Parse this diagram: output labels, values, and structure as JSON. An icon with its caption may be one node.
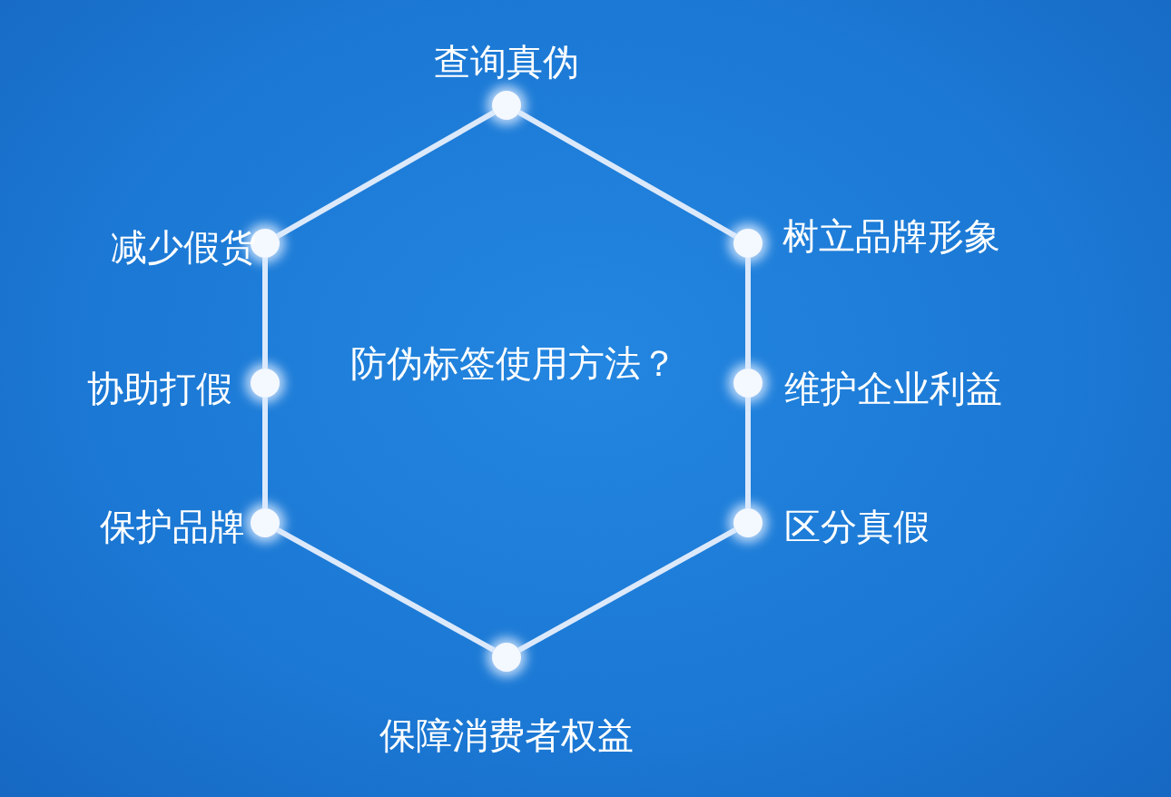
{
  "diagram": {
    "nodes": [
      {
        "text": [],
        "shape": "circle",
        "beside": [
          "查询真伪"
        ]
      },
      {
        "text": [],
        "shape": "circle",
        "beside": [
          "减少假货"
        ]
      },
      {
        "text": [],
        "shape": "circle",
        "beside": [
          "树立品牌形象"
        ]
      },
      {
        "text": [],
        "shape": "circle",
        "beside": [
          "协助打假"
        ]
      },
      {
        "text": [],
        "shape": "circle",
        "beside": [
          "维护企业利益"
        ]
      },
      {
        "text": [],
        "shape": "circle",
        "beside": [
          "保护品牌"
        ]
      },
      {
        "text": [],
        "shape": "circle",
        "beside": [
          "区分真假"
        ]
      },
      {
        "text": [],
        "shape": "circle",
        "beside": [
          "保障消费者权益"
        ]
      }
    ],
    "edges": [
      {
        "from": 0,
        "to": 2,
        "arrow": "none"
      },
      {
        "from": 2,
        "to": 4,
        "arrow": "none"
      },
      {
        "from": 4,
        "to": 6,
        "arrow": "none"
      },
      {
        "from": 6,
        "to": 7,
        "arrow": "none"
      },
      {
        "from": 7,
        "to": 5,
        "arrow": "none"
      },
      {
        "from": 5,
        "to": 3,
        "arrow": "none"
      },
      {
        "from": 3,
        "to": 1,
        "arrow": "none"
      },
      {
        "from": 1,
        "to": 0,
        "arrow": "none"
      }
    ],
    "labels": [
      "防伪标签使用方法？"
    ]
  }
}
